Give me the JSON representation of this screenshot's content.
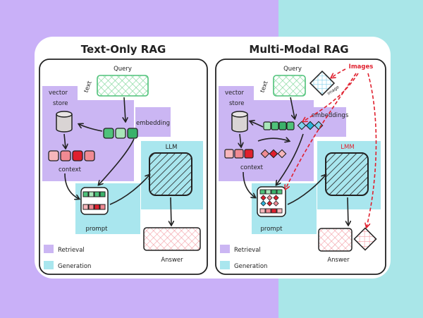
{
  "colors": {
    "bg_left": "#c9b0f8",
    "bg_right": "#a9e6e8",
    "retrieval": "#cbb6f3",
    "generation": "#a9e6ee",
    "accent_red": "#e0202e",
    "green": "#4fc27a",
    "red_chip": "#f08a93",
    "pink_box": "#f7c5c9"
  },
  "panels": {
    "text_only": {
      "title": "Text-Only RAG",
      "query": "Query",
      "text": "text",
      "vector_store": [
        "vector",
        "store"
      ],
      "embedding": "embedding",
      "context": "context",
      "llm": "LLM",
      "prompt": "prompt",
      "answer": "Answer"
    },
    "multi_modal": {
      "title": "Multi-Modal RAG",
      "query": "Query",
      "text": "text",
      "image": "image",
      "images": "Images",
      "vector_store": [
        "vector",
        "store"
      ],
      "embeddings": "embeddings",
      "context": "context",
      "lmm": "LMM",
      "prompt": "prompt",
      "answer": "Answer"
    }
  },
  "legend": {
    "retrieval": "Retrieval",
    "generation": "Generation"
  }
}
